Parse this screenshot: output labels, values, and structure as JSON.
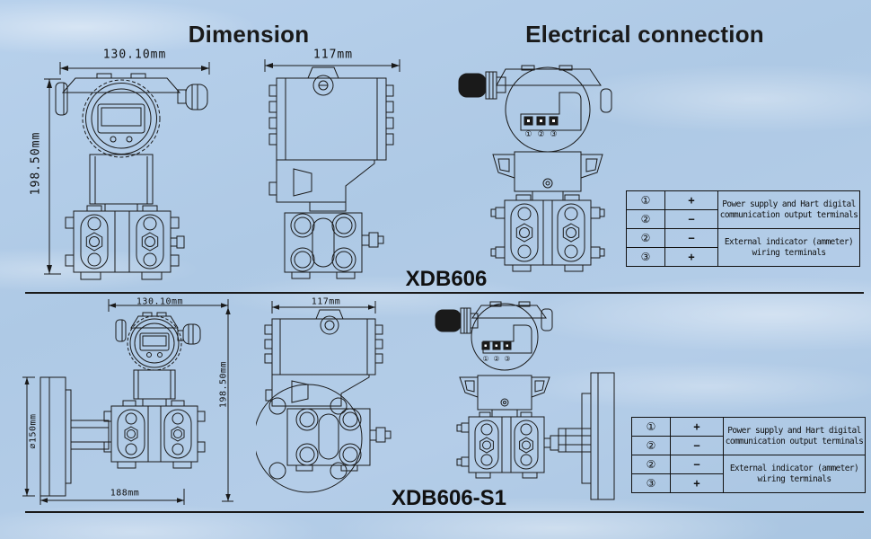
{
  "header": {
    "dimension_title": "Dimension",
    "electrical_title": "Electrical connection"
  },
  "models": {
    "top": "XDB606",
    "bottom": "XDB606-S1"
  },
  "dims": {
    "width": "130.10mm",
    "height": "198.50mm",
    "depth": "117mm",
    "flange_diameter": "⌀150mm",
    "overall_length": "188mm"
  },
  "terminals": {
    "t1": "①",
    "t2": "②",
    "t3": "③"
  },
  "table": {
    "rows": [
      {
        "no": "①",
        "sign": "+"
      },
      {
        "no": "②",
        "sign": "−"
      },
      {
        "no": "②",
        "sign": "−"
      },
      {
        "no": "③",
        "sign": "+"
      }
    ],
    "power_desc": [
      "Power supply and Hart digital",
      "communication output terminals"
    ],
    "indicator_desc": [
      "External indicator (ammeter)",
      "wiring terminals"
    ]
  },
  "colors": {
    "background": "#b1cbe6",
    "line": "#1a1a1a",
    "text": "#111111"
  }
}
